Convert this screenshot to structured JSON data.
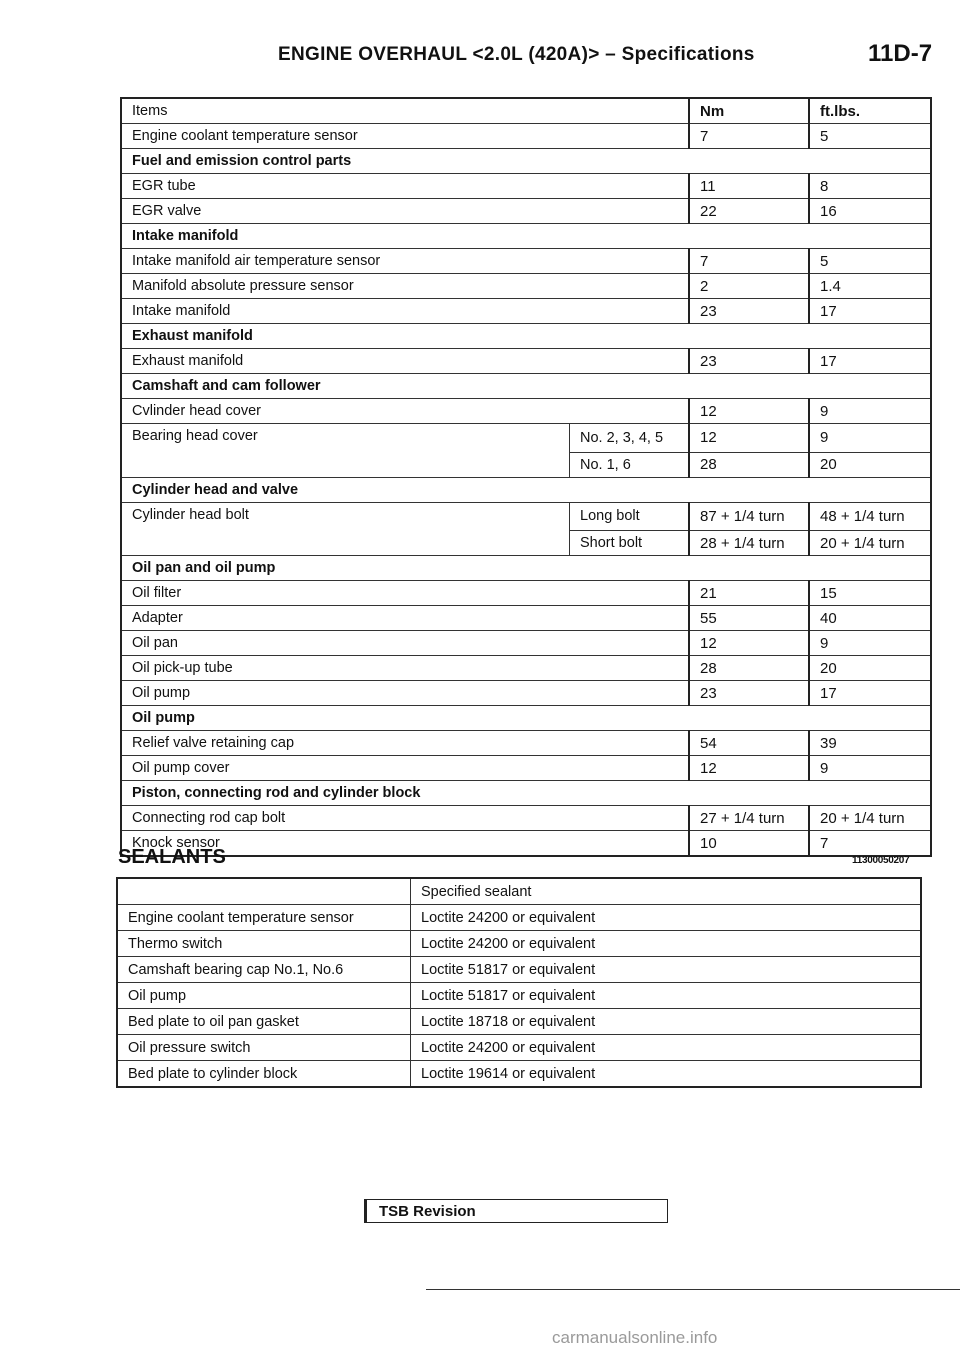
{
  "header": {
    "title": "ENGINE OVERHAUL <2.0L (420A)> – Specifications",
    "page_number": "11D-7"
  },
  "spec_table": {
    "columns": [
      "Items",
      "Nm",
      "ft.lbs."
    ],
    "rows": [
      {
        "kind": "item",
        "label": "Engine coolant temperature sensor",
        "nm": "7",
        "ft": "5"
      },
      {
        "kind": "section",
        "label": "Fuel and emission control parts"
      },
      {
        "kind": "item",
        "label": "EGR tube",
        "nm": "11",
        "ft": "8"
      },
      {
        "kind": "item",
        "label": "EGR valve",
        "nm": "22",
        "ft": "16"
      },
      {
        "kind": "section",
        "label": "Intake manifold"
      },
      {
        "kind": "item",
        "label": "Intake manifold air temperature sensor",
        "nm": "7",
        "ft": "5"
      },
      {
        "kind": "item",
        "label": "Manifold absolute pressure sensor",
        "nm": "2",
        "ft": "1.4"
      },
      {
        "kind": "item",
        "label": "Intake manifold",
        "nm": "23",
        "ft": "17"
      },
      {
        "kind": "section",
        "label": "Exhaust manifold"
      },
      {
        "kind": "item",
        "label": "Exhaust manifold",
        "nm": "23",
        "ft": "17"
      },
      {
        "kind": "section",
        "label": "Camshaft and cam follower"
      },
      {
        "kind": "item",
        "label": "Cvlinder head cover",
        "nm": "12",
        "ft": "9"
      },
      {
        "kind": "split",
        "label": "Bearing head cover",
        "sub": "No. 2, 3, 4, 5",
        "nm": "12",
        "ft": "9"
      },
      {
        "kind": "split-cont",
        "sub": "No. 1, 6",
        "nm": "28",
        "ft": "20"
      },
      {
        "kind": "section",
        "label": "Cylinder head and valve"
      },
      {
        "kind": "split",
        "label": "Cylinder head bolt",
        "sub": "Long bolt",
        "nm": "87 + 1/4 turn",
        "ft": "48 + 1/4 turn"
      },
      {
        "kind": "split-cont",
        "sub": "Short bolt",
        "nm": "28 + 1/4 turn",
        "ft": "20 + 1/4 turn"
      },
      {
        "kind": "section",
        "label": "Oil pan and oil pump"
      },
      {
        "kind": "item",
        "label": "Oil filter",
        "nm": "21",
        "ft": "15"
      },
      {
        "kind": "item",
        "label": "Adapter",
        "nm": "55",
        "ft": "40"
      },
      {
        "kind": "item",
        "label": "Oil pan",
        "nm": "12",
        "ft": "9"
      },
      {
        "kind": "item",
        "label": "Oil pick-up tube",
        "nm": "28",
        "ft": "20"
      },
      {
        "kind": "item",
        "label": "Oil pump",
        "nm": "23",
        "ft": "17"
      },
      {
        "kind": "section",
        "label": "Oil pump"
      },
      {
        "kind": "item",
        "label": "Relief valve retaining cap",
        "nm": "54",
        "ft": "39"
      },
      {
        "kind": "item",
        "label": "Oil pump cover",
        "nm": "12",
        "ft": "9"
      },
      {
        "kind": "section",
        "label": "Piston, connecting rod and cylinder block"
      },
      {
        "kind": "item",
        "label": "Connecting rod cap bolt",
        "nm": "27 + 1/4 turn",
        "ft": "20 + 1/4 turn"
      },
      {
        "kind": "item",
        "label": "Knock sensor",
        "nm": "10",
        "ft": "7"
      }
    ]
  },
  "sealants": {
    "title": "SEALANTS",
    "code": "11300050207",
    "column_header": "Specified sealant",
    "rows": [
      {
        "item": "Engine coolant temperature sensor",
        "sealant": "Loctite 24200 or equivalent"
      },
      {
        "item": "Thermo switch",
        "sealant": "Loctite 24200 or equivalent"
      },
      {
        "item": "Camshaft bearing cap No.1, No.6",
        "sealant": "Loctite 51817 or equivalent"
      },
      {
        "item": "Oil pump",
        "sealant": "Loctite 51817 or equivalent"
      },
      {
        "item": "Bed plate to oil pan gasket",
        "sealant": "Loctite 18718 or equivalent"
      },
      {
        "item": "Oil pressure switch",
        "sealant": "Loctite 24200 or equivalent"
      },
      {
        "item": "Bed plate to cylinder block",
        "sealant": "Loctite 19614 or equivalent"
      }
    ]
  },
  "footer": {
    "tsb_label": "TSB Revision",
    "watermark": "carmanualsonline.info"
  }
}
